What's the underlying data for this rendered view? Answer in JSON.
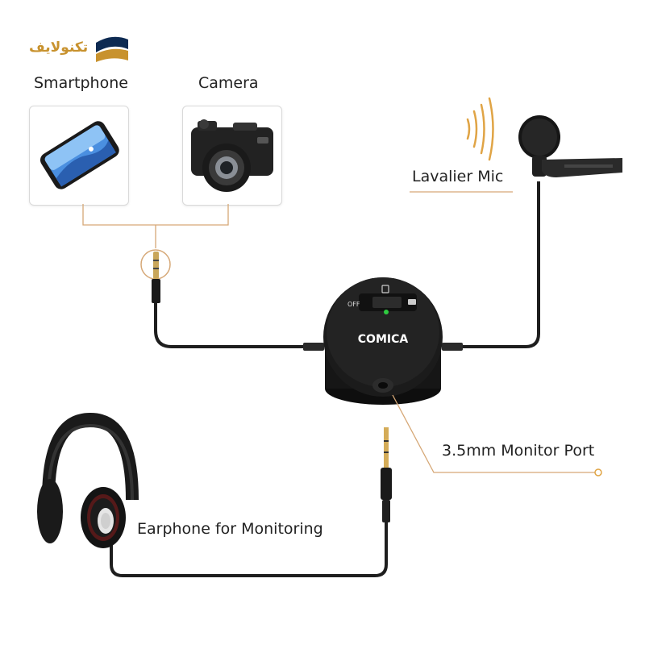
{
  "brand": {
    "logo_text": "تکنولایف",
    "accent": "#c8922e",
    "dark": "#0d2a52"
  },
  "sources": [
    {
      "label": "Smartphone",
      "icon": "smartphone-icon"
    },
    {
      "label": "Camera",
      "icon": "camera-icon"
    }
  ],
  "callouts": {
    "lavalier_mic": "Lavalier Mic",
    "monitor_port": "3.5mm Monitor Port",
    "earphone": "Earphone for Monitoring"
  },
  "device": {
    "brand": "COMICA",
    "switch_off": "OFF",
    "status_led_color": "#2ecc40"
  },
  "leader_color": "#d6a877"
}
